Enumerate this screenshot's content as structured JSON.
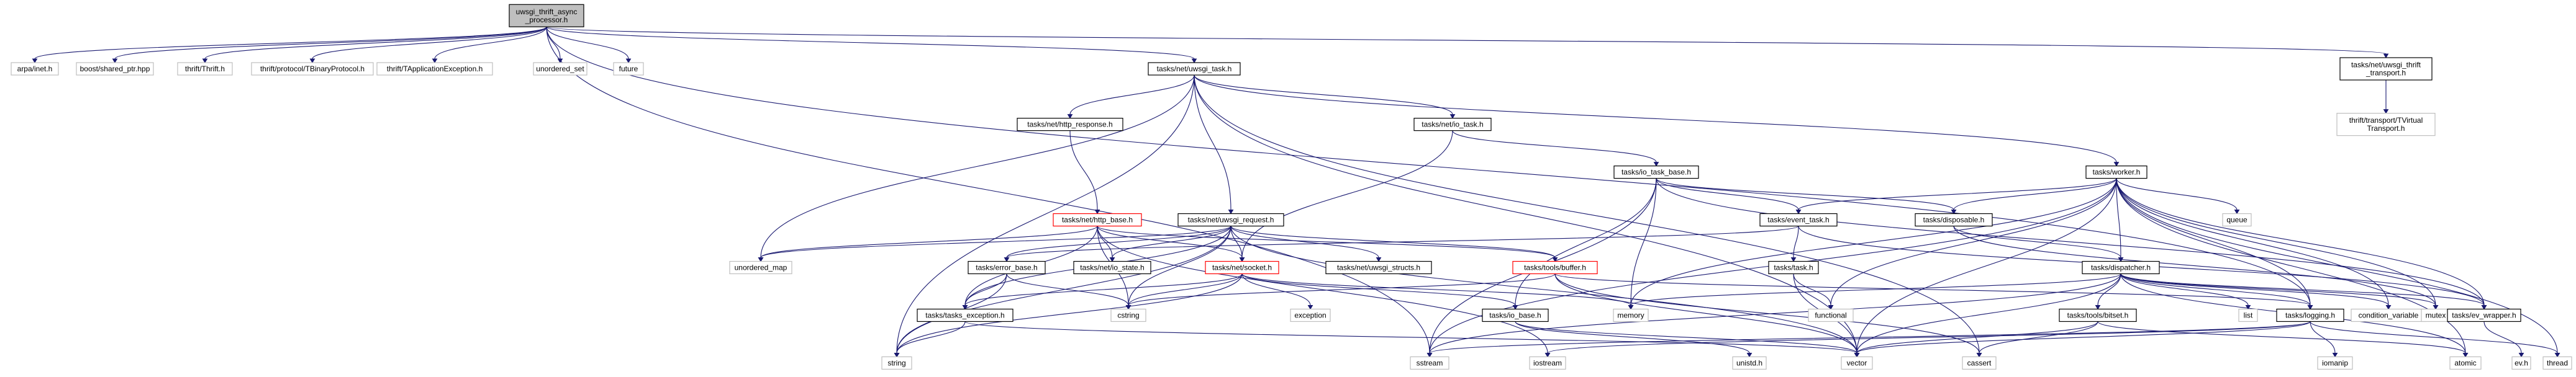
{
  "graph": {
    "nodes": [
      {
        "id": "root",
        "lines": [
          "uwsgi_thrift_async",
          "_processor.h"
        ],
        "style": "root"
      },
      {
        "id": "arpa",
        "lines": [
          "arpa/inet.h"
        ],
        "style": "system"
      },
      {
        "id": "boost",
        "lines": [
          "boost/shared_ptr.hpp"
        ],
        "style": "system"
      },
      {
        "id": "thrift",
        "lines": [
          "thrift/Thrift.h"
        ],
        "style": "system"
      },
      {
        "id": "tbinary",
        "lines": [
          "thrift/protocol/TBinaryProtocol.h"
        ],
        "style": "system"
      },
      {
        "id": "tappexc",
        "lines": [
          "thrift/TApplicationException.h"
        ],
        "style": "system"
      },
      {
        "id": "unordered_set",
        "lines": [
          "unordered_set"
        ],
        "style": "system"
      },
      {
        "id": "future",
        "lines": [
          "future"
        ],
        "style": "system"
      },
      {
        "id": "uwsgi_task",
        "lines": [
          "tasks/net/uwsgi_task.h"
        ],
        "style": "normal"
      },
      {
        "id": "uwsgi_thrift_transport",
        "lines": [
          "tasks/net/uwsgi_thrift",
          "_transport.h"
        ],
        "style": "normal"
      },
      {
        "id": "tvirtual",
        "lines": [
          "thrift/transport/TVirtual",
          "Transport.h"
        ],
        "style": "system"
      },
      {
        "id": "http_response",
        "lines": [
          "tasks/net/http_response.h"
        ],
        "style": "normal"
      },
      {
        "id": "io_task",
        "lines": [
          "tasks/net/io_task.h"
        ],
        "style": "normal"
      },
      {
        "id": "io_task_base",
        "lines": [
          "tasks/io_task_base.h"
        ],
        "style": "normal"
      },
      {
        "id": "worker",
        "lines": [
          "tasks/worker.h"
        ],
        "style": "normal"
      },
      {
        "id": "queue",
        "lines": [
          "queue"
        ],
        "style": "system"
      },
      {
        "id": "http_base",
        "lines": [
          "tasks/net/http_base.h"
        ],
        "style": "highlight"
      },
      {
        "id": "uwsgi_request",
        "lines": [
          "tasks/net/uwsgi_request.h"
        ],
        "style": "normal"
      },
      {
        "id": "event_task",
        "lines": [
          "tasks/event_task.h"
        ],
        "style": "normal"
      },
      {
        "id": "disposable",
        "lines": [
          "tasks/disposable.h"
        ],
        "style": "normal"
      },
      {
        "id": "unordered_map",
        "lines": [
          "unordered_map"
        ],
        "style": "system"
      },
      {
        "id": "error_base",
        "lines": [
          "tasks/error_base.h"
        ],
        "style": "normal"
      },
      {
        "id": "io_state",
        "lines": [
          "tasks/net/io_state.h"
        ],
        "style": "normal"
      },
      {
        "id": "socket",
        "lines": [
          "tasks/net/socket.h"
        ],
        "style": "highlight"
      },
      {
        "id": "uwsgi_structs",
        "lines": [
          "tasks/net/uwsgi_structs.h"
        ],
        "style": "normal"
      },
      {
        "id": "buffer",
        "lines": [
          "tasks/tools/buffer.h"
        ],
        "style": "highlight"
      },
      {
        "id": "task",
        "lines": [
          "tasks/task.h"
        ],
        "style": "normal"
      },
      {
        "id": "dispatcher",
        "lines": [
          "tasks/dispatcher.h"
        ],
        "style": "normal"
      },
      {
        "id": "tasks_exception",
        "lines": [
          "tasks/tasks_exception.h"
        ],
        "style": "normal"
      },
      {
        "id": "cstring",
        "lines": [
          "cstring"
        ],
        "style": "system"
      },
      {
        "id": "exception",
        "lines": [
          "exception"
        ],
        "style": "system"
      },
      {
        "id": "memory",
        "lines": [
          "memory"
        ],
        "style": "system"
      },
      {
        "id": "io_base",
        "lines": [
          "tasks/io_base.h"
        ],
        "style": "normal"
      },
      {
        "id": "functional",
        "lines": [
          "functional"
        ],
        "style": "system"
      },
      {
        "id": "bitset",
        "lines": [
          "tasks/tools/bitset.h"
        ],
        "style": "normal"
      },
      {
        "id": "list",
        "lines": [
          "list"
        ],
        "style": "system"
      },
      {
        "id": "logging",
        "lines": [
          "tasks/logging.h"
        ],
        "style": "normal"
      },
      {
        "id": "condition_variable",
        "lines": [
          "condition_variable"
        ],
        "style": "system"
      },
      {
        "id": "mutex",
        "lines": [
          "mutex"
        ],
        "style": "system"
      },
      {
        "id": "ev_wrapper",
        "lines": [
          "tasks/ev_wrapper.h"
        ],
        "style": "normal"
      },
      {
        "id": "string",
        "lines": [
          "string"
        ],
        "style": "system"
      },
      {
        "id": "sstream",
        "lines": [
          "sstream"
        ],
        "style": "system"
      },
      {
        "id": "iostream",
        "lines": [
          "iostream"
        ],
        "style": "system"
      },
      {
        "id": "unistd",
        "lines": [
          "unistd.h"
        ],
        "style": "system"
      },
      {
        "id": "vector",
        "lines": [
          "vector"
        ],
        "style": "system"
      },
      {
        "id": "cassert",
        "lines": [
          "cassert"
        ],
        "style": "system"
      },
      {
        "id": "iomanip",
        "lines": [
          "iomanip"
        ],
        "style": "system"
      },
      {
        "id": "atomic",
        "lines": [
          "atomic"
        ],
        "style": "system"
      },
      {
        "id": "ev",
        "lines": [
          "ev.h"
        ],
        "style": "system"
      },
      {
        "id": "thread",
        "lines": [
          "thread"
        ],
        "style": "system"
      }
    ],
    "edges": [
      [
        "root",
        "arpa"
      ],
      [
        "root",
        "boost"
      ],
      [
        "root",
        "thrift"
      ],
      [
        "root",
        "tbinary"
      ],
      [
        "root",
        "tappexc"
      ],
      [
        "root",
        "unordered_set"
      ],
      [
        "root",
        "future"
      ],
      [
        "root",
        "uwsgi_task"
      ],
      [
        "root",
        "uwsgi_thrift_transport"
      ],
      [
        "root",
        "sstream"
      ],
      [
        "root",
        "logging"
      ],
      [
        "uwsgi_thrift_transport",
        "tvirtual"
      ],
      [
        "uwsgi_task",
        "http_response"
      ],
      [
        "uwsgi_task",
        "io_task"
      ],
      [
        "uwsgi_task",
        "worker"
      ],
      [
        "uwsgi_task",
        "uwsgi_request"
      ],
      [
        "uwsgi_task",
        "unordered_map"
      ],
      [
        "uwsgi_task",
        "string"
      ],
      [
        "uwsgi_task",
        "vector"
      ],
      [
        "uwsgi_task",
        "cassert"
      ],
      [
        "http_response",
        "http_base"
      ],
      [
        "io_task",
        "io_task_base"
      ],
      [
        "io_task",
        "socket"
      ],
      [
        "io_task_base",
        "event_task"
      ],
      [
        "io_task_base",
        "disposable"
      ],
      [
        "io_task_base",
        "io_base"
      ],
      [
        "io_task_base",
        "memory"
      ],
      [
        "io_task_base",
        "sstream"
      ],
      [
        "io_task_base",
        "ev_wrapper"
      ],
      [
        "worker",
        "queue"
      ],
      [
        "worker",
        "event_task"
      ],
      [
        "worker",
        "disposable"
      ],
      [
        "worker",
        "dispatcher"
      ],
      [
        "worker",
        "logging"
      ],
      [
        "worker",
        "ev_wrapper"
      ],
      [
        "worker",
        "mutex"
      ],
      [
        "worker",
        "condition_variable"
      ],
      [
        "worker",
        "thread"
      ],
      [
        "worker",
        "atomic"
      ],
      [
        "worker",
        "memory"
      ],
      [
        "worker",
        "functional"
      ],
      [
        "worker",
        "vector"
      ],
      [
        "worker",
        "sstream"
      ],
      [
        "http_base",
        "unordered_map"
      ],
      [
        "http_base",
        "io_state"
      ],
      [
        "http_base",
        "socket"
      ],
      [
        "http_base",
        "buffer"
      ],
      [
        "http_base",
        "tasks_exception"
      ],
      [
        "http_base",
        "cstring"
      ],
      [
        "http_base",
        "iostream"
      ],
      [
        "uwsgi_request",
        "unordered_map"
      ],
      [
        "uwsgi_request",
        "io_state"
      ],
      [
        "uwsgi_request",
        "socket"
      ],
      [
        "uwsgi_request",
        "uwsgi_structs"
      ],
      [
        "uwsgi_request",
        "buffer"
      ],
      [
        "uwsgi_request",
        "tasks_exception"
      ],
      [
        "uwsgi_request",
        "error_base"
      ],
      [
        "uwsgi_request",
        "string"
      ],
      [
        "uwsgi_request",
        "cstring"
      ],
      [
        "uwsgi_request",
        "vector"
      ],
      [
        "event_task",
        "task"
      ],
      [
        "event_task",
        "error_base"
      ],
      [
        "event_task",
        "ev_wrapper"
      ],
      [
        "disposable",
        "dispatcher"
      ],
      [
        "disposable",
        "mutex"
      ],
      [
        "error_base",
        "tasks_exception"
      ],
      [
        "error_base",
        "string"
      ],
      [
        "error_base",
        "cstring"
      ],
      [
        "socket",
        "tasks_exception"
      ],
      [
        "socket",
        "exception"
      ],
      [
        "socket",
        "io_base"
      ],
      [
        "socket",
        "memory"
      ],
      [
        "socket",
        "string"
      ],
      [
        "socket",
        "cstring"
      ],
      [
        "buffer",
        "cstring"
      ],
      [
        "buffer",
        "vector"
      ],
      [
        "buffer",
        "cassert"
      ],
      [
        "buffer",
        "logging"
      ],
      [
        "task",
        "functional"
      ],
      [
        "task",
        "vector"
      ],
      [
        "dispatcher",
        "bitset"
      ],
      [
        "dispatcher",
        "logging"
      ],
      [
        "dispatcher",
        "list"
      ],
      [
        "dispatcher",
        "condition_variable"
      ],
      [
        "dispatcher",
        "mutex"
      ],
      [
        "dispatcher",
        "memory"
      ],
      [
        "dispatcher",
        "atomic"
      ],
      [
        "dispatcher",
        "vector"
      ],
      [
        "dispatcher",
        "ev_wrapper"
      ],
      [
        "dispatcher",
        "sstream"
      ],
      [
        "tasks_exception",
        "string"
      ],
      [
        "tasks_exception",
        "vector"
      ],
      [
        "io_base",
        "unistd"
      ],
      [
        "io_base",
        "vector"
      ],
      [
        "bitset",
        "vector"
      ],
      [
        "bitset",
        "cassert"
      ],
      [
        "bitset",
        "atomic"
      ],
      [
        "logging",
        "iostream"
      ],
      [
        "logging",
        "iomanip"
      ],
      [
        "logging",
        "sstream"
      ],
      [
        "logging",
        "thread"
      ],
      [
        "logging",
        "vector"
      ],
      [
        "ev_wrapper",
        "ev"
      ]
    ]
  },
  "colors": {
    "edge": "#191970",
    "normal_border": "#000000",
    "system_border": "#bfbfbf",
    "highlight_border": "#ff0000",
    "root_fill": "#bfbfbf",
    "text": "#000000"
  }
}
